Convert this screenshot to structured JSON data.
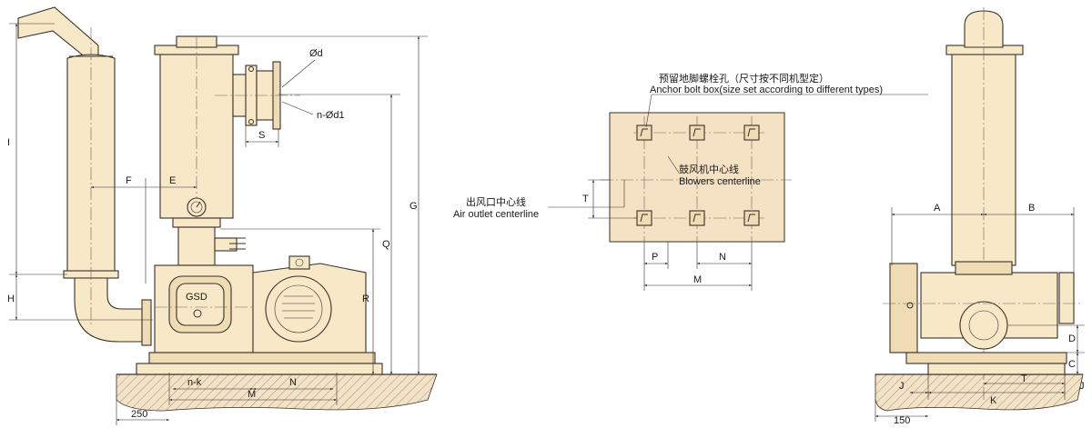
{
  "labels": {
    "F": "F",
    "E": "E",
    "S": "S",
    "I": "I",
    "H": "H",
    "Q": "Q",
    "R": "R",
    "G": "G",
    "phi_d": "Ød",
    "n_phi_d1": "n-Ød1",
    "gsd": "GSD",
    "n_k": "n-k",
    "M": "M",
    "N": "N",
    "base_offset": "250",
    "plan_T": "T",
    "plan_P": "P",
    "plan_N": "N",
    "plan_M": "M",
    "side_A": "A",
    "side_B": "B",
    "side_D": "D",
    "side_C": "C",
    "side_J": "J",
    "side_J2": "J",
    "side_K": "K",
    "side_T": "T",
    "side_offset": "150"
  },
  "notes": {
    "anchor_cn": "预留地脚螺栓孔（尺寸按不同机型定）",
    "anchor_en": "Anchor bolt box(size set according to different types)",
    "blower_cn": "鼓风机中心线",
    "blower_en": "Blowers centerline",
    "outlet_cn": "出风口中心线",
    "outlet_en": "Air outlet centerline"
  },
  "colors": {
    "body_fill": "#f7e8c8",
    "plan_fill": "#f5e2c4",
    "outline": "#3a3026"
  }
}
